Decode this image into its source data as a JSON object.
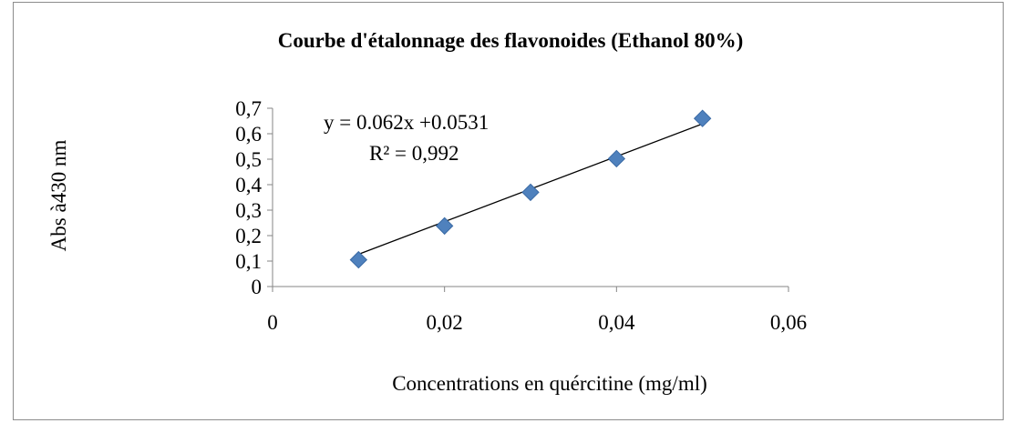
{
  "chart_data": {
    "type": "scatter",
    "title": "Courbe d'étalonnage des flavonoides (Ethanol 80%)",
    "xlabel": "Concentrations en quércitine (mg/ml)",
    "ylabel": "Abs  à430 nm",
    "xlim": [
      0,
      0.06
    ],
    "ylim": [
      0,
      0.7
    ],
    "x_ticks": [
      "0",
      "0,02",
      "0,04",
      "0,06"
    ],
    "y_ticks": [
      "0",
      "0,1",
      "0,2",
      "0,3",
      "0,4",
      "0,5",
      "0,6",
      "0,7"
    ],
    "grid": false,
    "legend": "none",
    "marker": "diamond",
    "series": [
      {
        "x": [
          0.01,
          0.02,
          0.03,
          0.04,
          0.05
        ],
        "y": [
          0.105,
          0.238,
          0.37,
          0.502,
          0.66
        ]
      }
    ],
    "trendline": {
      "type": "linear",
      "x_range": [
        0.01,
        0.05
      ],
      "slope": 12.8,
      "intercept": -0.0011
    },
    "annotations": {
      "equation": "y = 0.062x +0.0531",
      "r_squared": "R² = 0,992"
    },
    "colors": {
      "marker": "#4f81bd",
      "marker_edge": "#3a6aa5",
      "axis": "#868686",
      "trendline": "#000000"
    }
  }
}
